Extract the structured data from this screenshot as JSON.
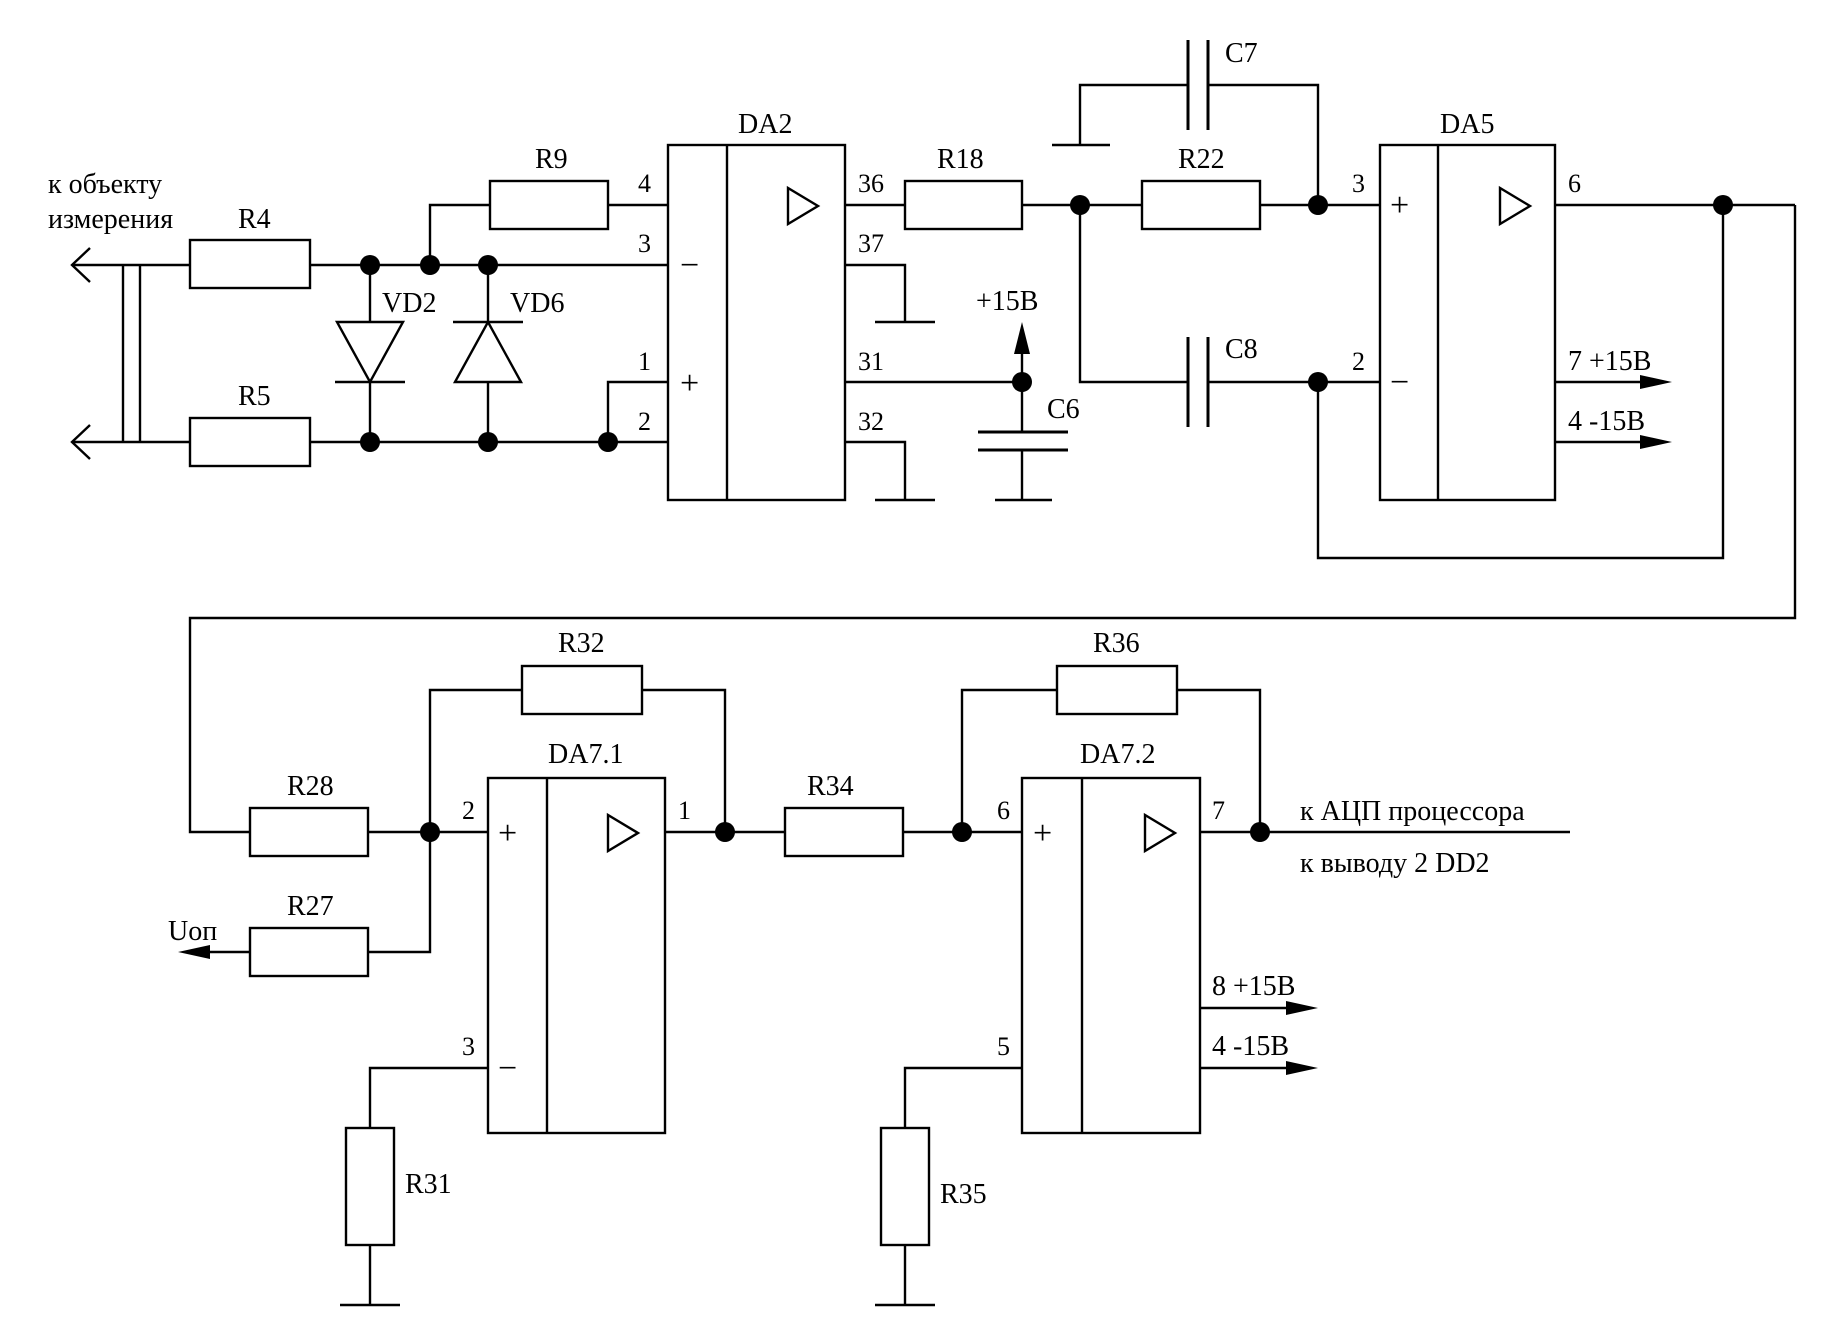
{
  "input_label_1": "к объекту",
  "input_label_2": "измерения",
  "components": {
    "R4": "R4",
    "R5": "R5",
    "R9": "R9",
    "R18": "R18",
    "R22": "R22",
    "R27": "R27",
    "R28": "R28",
    "R31": "R31",
    "R32": "R32",
    "R34": "R34",
    "R35": "R35",
    "R36": "R36",
    "VD2": "VD2",
    "VD6": "VD6",
    "C6": "C6",
    "C7": "C7",
    "C8": "C8",
    "DA2": "DA2",
    "DA5": "DA5",
    "DA7_1": "DA7.1",
    "DA7_2": "DA7.2"
  },
  "pins": {
    "da2": [
      "4",
      "3",
      "1",
      "2",
      "36",
      "37",
      "31",
      "32"
    ],
    "da5": [
      "3",
      "2",
      "6"
    ],
    "da71": [
      "2",
      "3",
      "1"
    ],
    "da72": [
      "6",
      "5",
      "7"
    ]
  },
  "symbols": {
    "plus": "+",
    "minus": "−"
  },
  "power": {
    "plus15": "+15В",
    "da5_pos": "7  +15В",
    "da5_neg": "4  -15В",
    "da72_pos": "8  +15В",
    "da72_neg": "4  -15В"
  },
  "uop": "Uоп",
  "output_label_1": "к АЦП процессора",
  "output_label_2": "к выводу 2 DD2"
}
